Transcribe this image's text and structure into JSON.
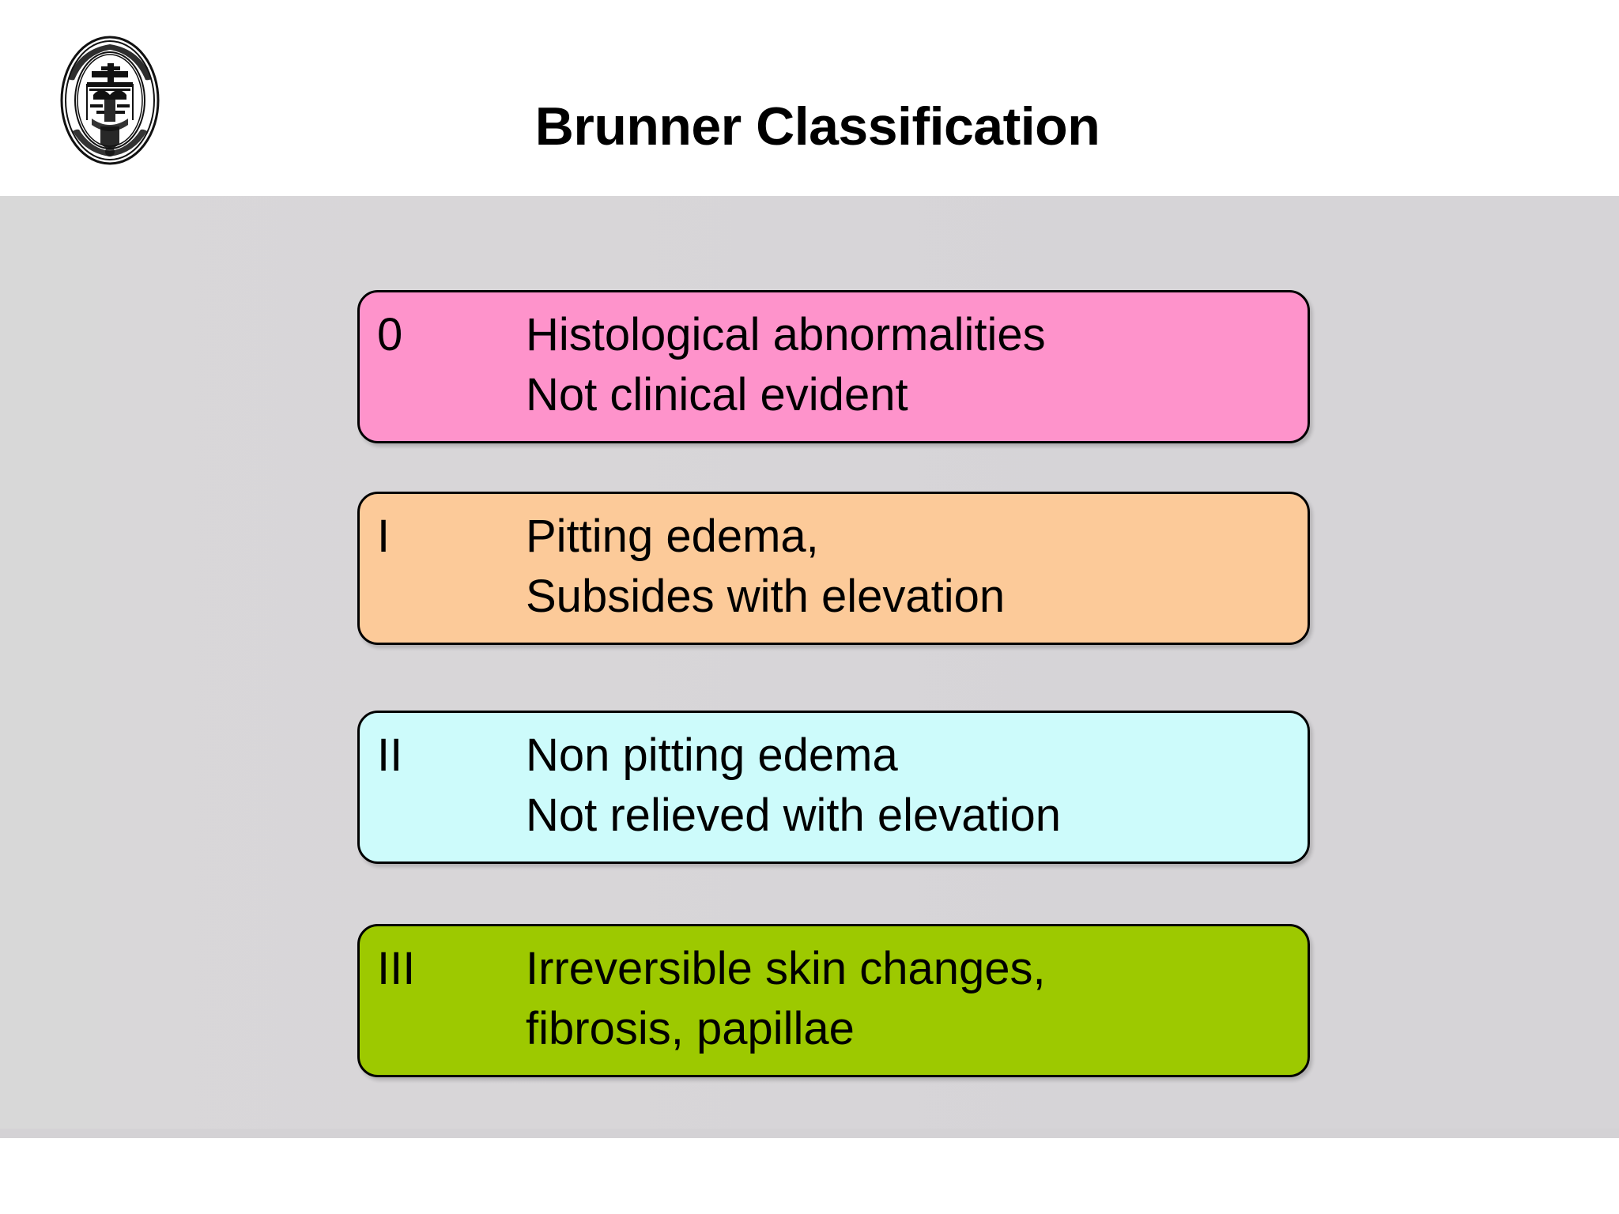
{
  "header": {
    "title": "Brunner Classification",
    "logo_alt": "university-seal"
  },
  "classification": {
    "rows": [
      {
        "grade": "0",
        "line1": "Histological abnormalities",
        "line2": "Not clinical evident",
        "color": "#fe93cb",
        "color_name": "pink"
      },
      {
        "grade": "I",
        "line1": "Pitting edema,",
        "line2": "Subsides with elevation",
        "color": "#fcca99",
        "color_name": "orange"
      },
      {
        "grade": "II",
        "line1": "Non pitting edema",
        "line2": "Not relieved with elevation",
        "color": "#cdfbfb",
        "color_name": "light-blue"
      },
      {
        "grade": "III",
        "line1": "Irreversible skin changes,",
        "line2": "fibrosis, papillae",
        "color": "#9dc900",
        "color_name": "green"
      }
    ]
  },
  "theme": {
    "header_background": "#ffffff",
    "body_background": "#d8d6d9",
    "text_color": "#000000",
    "border_color": "#000000"
  }
}
